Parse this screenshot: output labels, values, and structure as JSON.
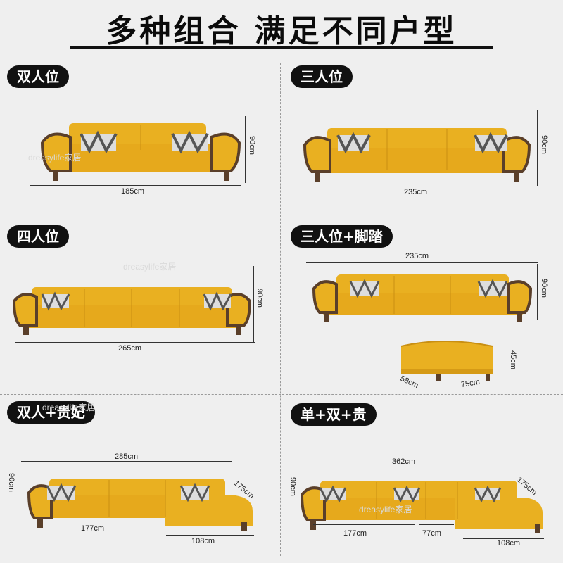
{
  "title": "多种组合 满足不同户型",
  "watermark": "dreasylife家居",
  "sections": [
    {
      "label": "双人位",
      "width": "185cm",
      "height": "90cm"
    },
    {
      "label": "三人位",
      "width": "235cm",
      "height": "90cm"
    },
    {
      "label": "四人位",
      "width": "265cm",
      "height": "90cm"
    },
    {
      "label": "三人位+脚踏",
      "width": "235cm",
      "height": "90cm",
      "ottoman": {
        "height": "45cm",
        "depth": "58cm",
        "width": "75cm"
      }
    },
    {
      "label": "双人+贵妃",
      "width": "285cm",
      "height": "90cm",
      "depth": "175cm",
      "seat_width": "177cm",
      "chaise_width": "108cm"
    },
    {
      "label": "单+双+贵",
      "width": "362cm",
      "height": "90cm",
      "depth": "175cm",
      "seg1": "177cm",
      "seg2": "77cm",
      "chaise_width": "108cm"
    }
  ],
  "colors": {
    "leather": "#e9b021",
    "leather_dark": "#c98f12",
    "frame": "#5a3f2a",
    "pill": "#111111"
  }
}
